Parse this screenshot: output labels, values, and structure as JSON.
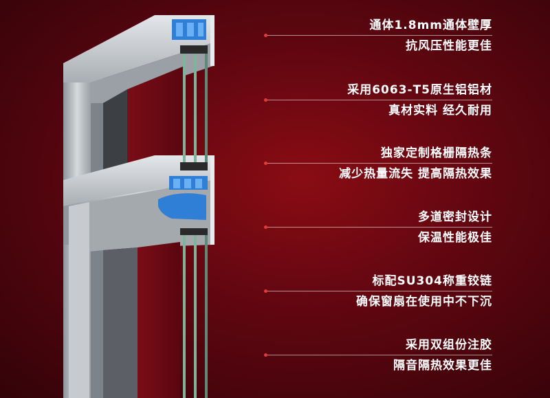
{
  "features": [
    {
      "line1": "通体1.8mm通体壁厚",
      "line2": "抗风压性能更佳"
    },
    {
      "line1": "采用6063-T5原生铝铝材",
      "line2": "真材实料 经久耐用"
    },
    {
      "line1": "独家定制格栅隔热条",
      "line2": "减少热量流失 提高隔热效果"
    },
    {
      "line1": "多道密封设计",
      "line2": "保温性能极佳"
    },
    {
      "line1": "标配SU304称重铰链",
      "line2": "确保窗扇在使用中不下沉"
    },
    {
      "line1": "采用双组份注胶",
      "line2": "隔音隔热效果更佳"
    }
  ],
  "colors": {
    "background": "#5e0610",
    "accent_dot": "#e23b3b",
    "thermal_break": "#2f7fd6",
    "aluminum": "#b9bec3",
    "glass": "#7fb39a"
  }
}
